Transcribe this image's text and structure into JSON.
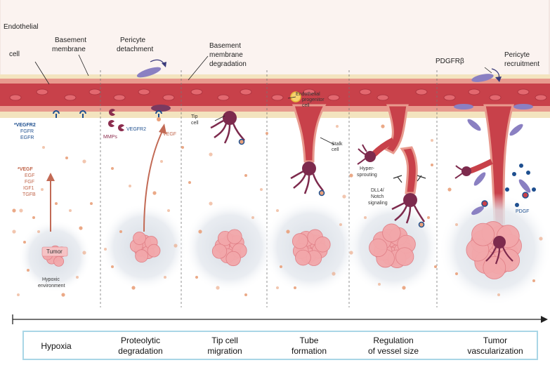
{
  "colors": {
    "lumen": "#c8414a",
    "lumen_dark": "#a52e3a",
    "rbc": "#e3686f",
    "endothelium": "#e89a8e",
    "basement": "#f3e4bf",
    "pericyte": "#8a80c2",
    "tip_cell": "#7d2a4d",
    "tumor": "#f1a7aa",
    "halo": "#dfe4ea",
    "dot": "#e9a07a",
    "arrow": "#c26a55",
    "receptor_blue": "#1e4f8f",
    "timeline_box": "#a9d6e6",
    "background_top": "#fbf3f0"
  },
  "labels": {
    "endothelial_cell": [
      "Endothelial",
      "cell"
    ],
    "basement_membrane": [
      "Basement",
      "membrane"
    ],
    "pericyte_detachment": [
      "Pericyte",
      "detachment"
    ],
    "basement_membrane_degradation": [
      "Basement",
      "membrane",
      "degradation"
    ],
    "pdgfrb": "PDGFRβ",
    "pericyte_recruitment": [
      "Pericyte",
      "recruitment"
    ],
    "receptors": [
      "*VEGFR2",
      "FGFR",
      "EGFR"
    ],
    "mmps": "MMPs",
    "vegfr2": "VEGFR2",
    "vegf": "VEGF",
    "tip_cell": [
      "Tip",
      "cell"
    ],
    "endothelial_progenitor_cell": [
      "Endothelial",
      "progenitor",
      "cell"
    ],
    "stalk_cell": [
      "Stalk",
      "cell"
    ],
    "hyper_sprouting": [
      "Hyper-",
      "sprouting"
    ],
    "dll4_notch": [
      "DLL4/",
      "Notch",
      "signaling"
    ],
    "growth_factors": [
      "*VEGF",
      "EGF",
      "FGF",
      "IGF1",
      "TGFB"
    ],
    "tumor": "Tumor",
    "hypoxic_environment": [
      "Hypoxic",
      "environment"
    ],
    "pdgf": "PDGF"
  },
  "stages": [
    {
      "lines": [
        "Hypoxia"
      ]
    },
    {
      "lines": [
        "Proteolytic",
        "degradation"
      ]
    },
    {
      "lines": [
        "Tip cell",
        "migration"
      ]
    },
    {
      "lines": [
        "Tube",
        "formation"
      ]
    },
    {
      "lines": [
        "Regulation",
        "of vessel size"
      ]
    },
    {
      "lines": [
        "Tumor",
        "vascularization"
      ]
    }
  ]
}
